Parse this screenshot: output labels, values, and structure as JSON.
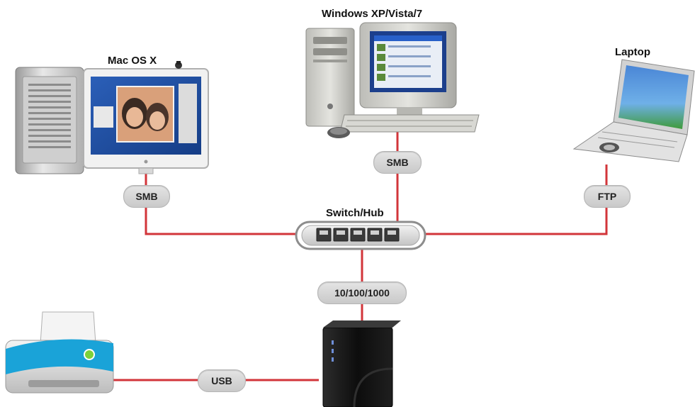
{
  "colors": {
    "link_line": "#d2353a",
    "pill_bg": "#d6d6d6",
    "switch_frame": "#b9b9b9"
  },
  "nodes": {
    "mac": {
      "label": "Mac OS X",
      "icon": "mac-pro-with-monitor-icon"
    },
    "windows": {
      "label": "Windows XP/Vista/7",
      "icon": "desktop-pc-icon"
    },
    "laptop": {
      "label": "Laptop",
      "icon": "laptop-icon"
    },
    "switch": {
      "label": "Switch/Hub",
      "icon": "network-switch-icon"
    },
    "nas": {
      "icon": "nas-storage-icon"
    },
    "printer": {
      "icon": "printer-icon"
    }
  },
  "links": {
    "mac_switch": "SMB",
    "windows_switch": "SMB",
    "laptop_switch": "FTP",
    "switch_nas": "10/100/1000",
    "printer_nas": "USB"
  }
}
